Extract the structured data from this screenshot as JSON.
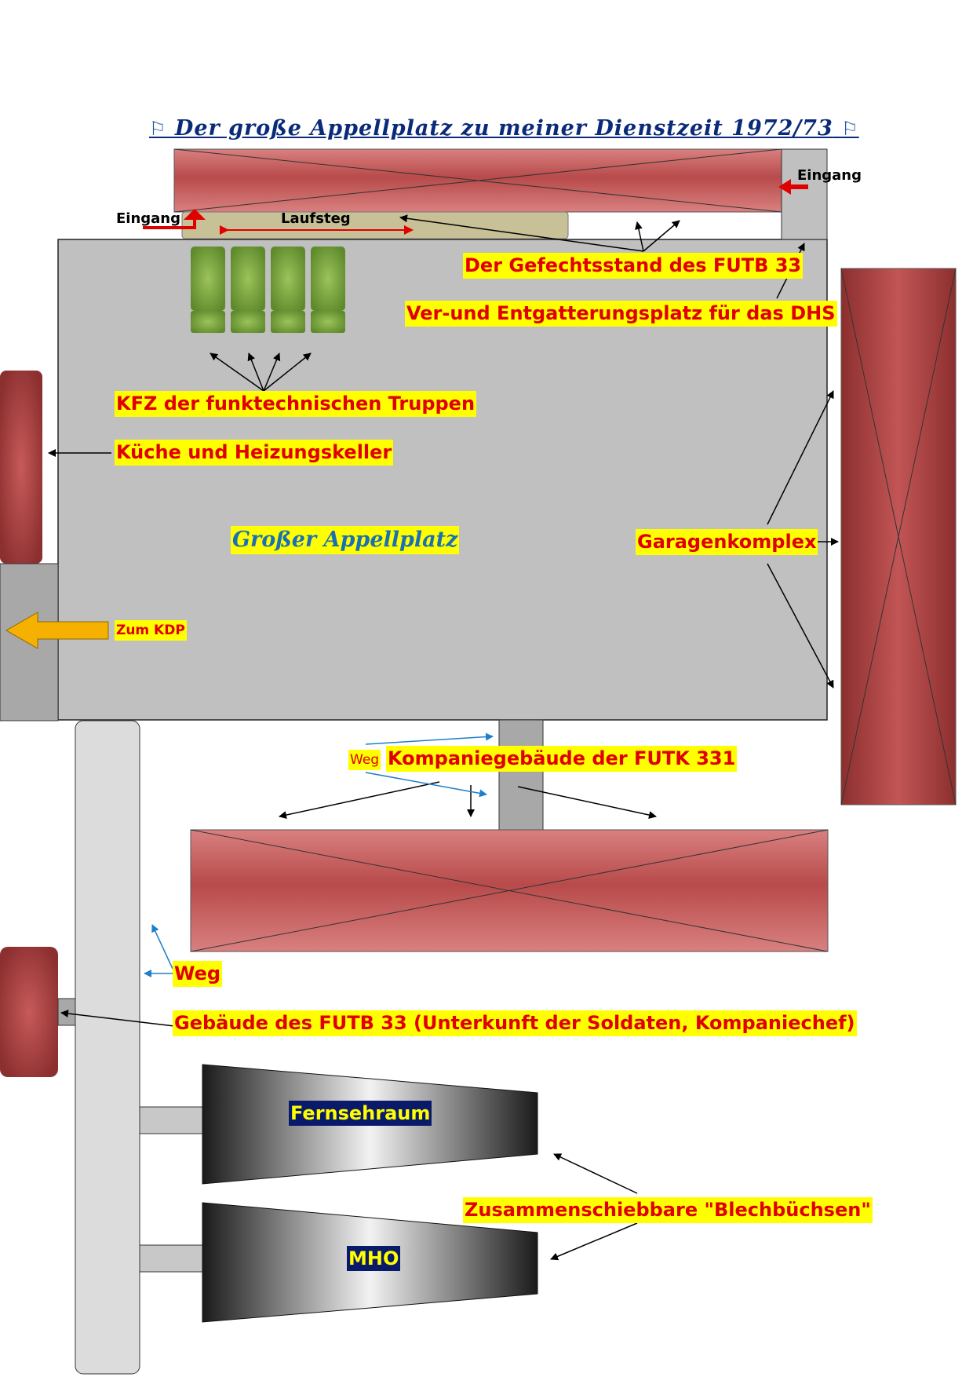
{
  "title": {
    "flag_left": "⚐",
    "text": "Der große Appellplatz  zu meiner Dienstzeit 1972/73",
    "flag_right": "⚐"
  },
  "labels": {
    "eingang_left": "Eingang",
    "eingang_right": "Eingang",
    "laufsteg": "Laufsteg",
    "gefechtsstand": "Der Gefechtsstand des FUTB 33",
    "ver_entgatterung": "Ver-und Entgatterungsplatz für das DHS",
    "kfz": "KFZ der funktechnischen Truppen",
    "kueche": "Küche und Heizungskeller",
    "appellplatz": "Großer Appellplatz",
    "garagenkomplex": "Garagenkomplex",
    "zum_kdp": "Zum KDP",
    "weg_small": "Weg",
    "kompaniegebaeude": "Kompaniegebäude der FUTK 331",
    "weg": "Weg",
    "gebaeude_futb": "Gebäude des FUTB 33 (Unterkunft der Soldaten, Kompaniechef)",
    "fernsehraum": "Fernsehraum",
    "mho": "MHO",
    "blechbuechsen": "Zusammenschiebbare \"Blechbüchsen\""
  },
  "colors": {
    "building_red": "#b84a4a",
    "plaza_gray": "#c0c0c0",
    "vehicle_green": "#7aa13a",
    "label_bg": "#ffff00",
    "label_text": "#e00000",
    "path_blue": "#1f7fc8",
    "kdp_arrow": "#f5b000"
  }
}
